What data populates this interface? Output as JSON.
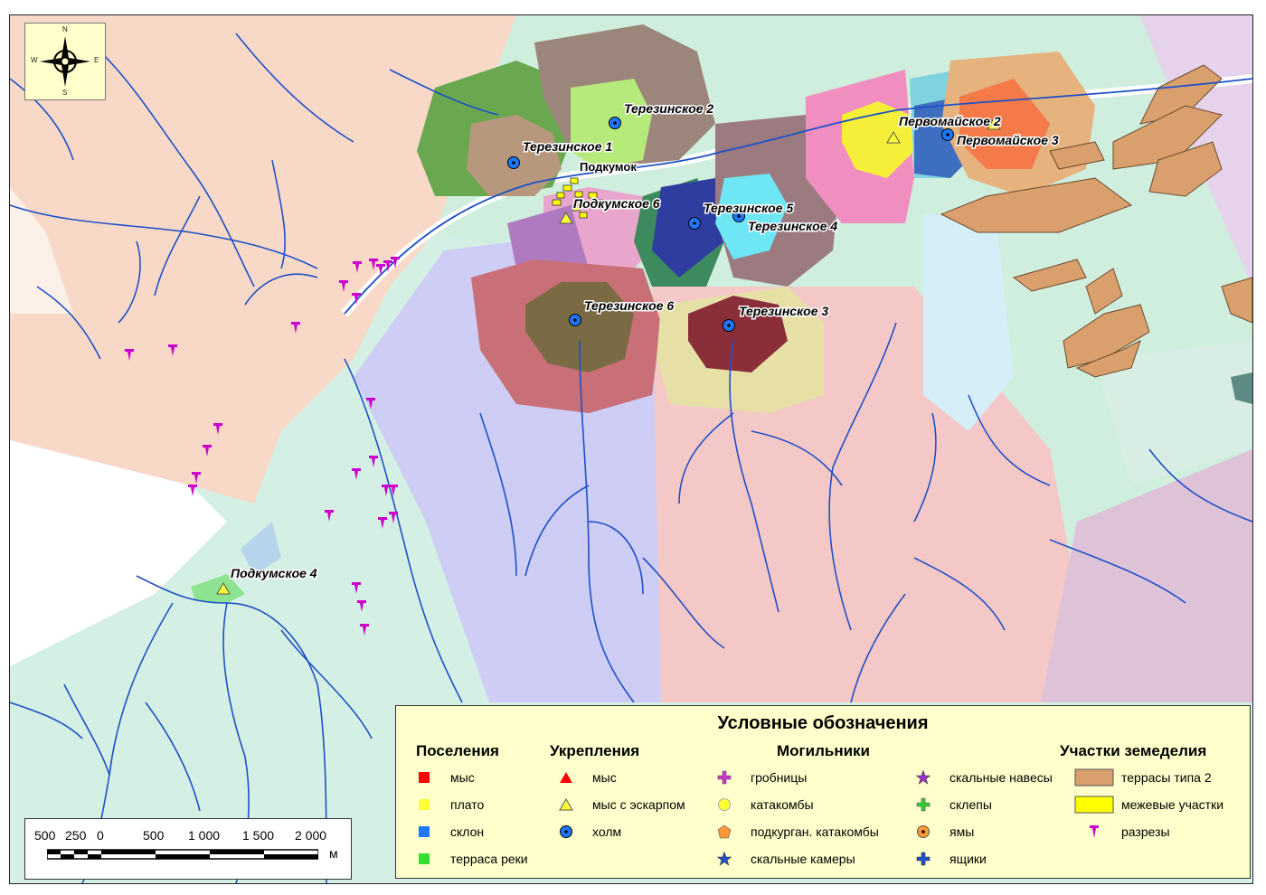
{
  "map": {
    "places": [
      {
        "name": "Терезинское 1",
        "kind": "hill"
      },
      {
        "name": "Терезинское 2",
        "kind": "hill"
      },
      {
        "name": "Терезинское 3",
        "kind": "hill"
      },
      {
        "name": "Терезинское 4",
        "kind": "hill"
      },
      {
        "name": "Терезинское 5",
        "kind": "hill"
      },
      {
        "name": "Терезинское 6",
        "kind": "hill"
      },
      {
        "name": "Подкумское 6",
        "kind": "cape-escarp"
      },
      {
        "name": "Подкумское 4",
        "kind": "cape-escarp"
      },
      {
        "name": "Первомайское 2",
        "kind": "cape-escarp"
      },
      {
        "name": "Первомайское 3",
        "kind": "hill"
      }
    ],
    "river_label": "Подкумок"
  },
  "compass": {
    "n": "N",
    "s": "S",
    "e": "E",
    "w": "W"
  },
  "scale": {
    "ticks": [
      "500",
      "250",
      "0",
      "500",
      "1 000",
      "1 500",
      "2 000"
    ],
    "unit": "м"
  },
  "legend": {
    "title": "Условные обозначения",
    "groups": [
      {
        "heading": "Поселения",
        "items": [
          {
            "label": "мыс",
            "symbol": "square",
            "color": "#ff0000"
          },
          {
            "label": "плато",
            "symbol": "square",
            "color": "#ffff33"
          },
          {
            "label": "склон",
            "symbol": "square",
            "color": "#1e78ff"
          },
          {
            "label": "терраса реки",
            "symbol": "square",
            "color": "#33dd33"
          }
        ]
      },
      {
        "heading": "Укрепления",
        "items": [
          {
            "label": "мыс",
            "symbol": "triangle",
            "color": "#ff0000"
          },
          {
            "label": "мыс с эскарпом",
            "symbol": "triangle",
            "color": "#ffff33"
          },
          {
            "label": "холм",
            "symbol": "dot-circle",
            "color": "#1e78ff"
          }
        ]
      },
      {
        "heading": "Могильники",
        "items": [
          {
            "label": "гробницы",
            "symbol": "cross",
            "color": "#cc33cc"
          },
          {
            "label": "катакомбы",
            "symbol": "circle",
            "color": "#ffff33"
          },
          {
            "label": "подкурган. катакомбы",
            "symbol": "pentagon",
            "color": "#ff9933"
          },
          {
            "label": "скальные камеры",
            "symbol": "star",
            "color": "#1e50c8"
          },
          {
            "label": "скальные навесы",
            "symbol": "star",
            "color": "#9933cc"
          },
          {
            "label": "склепы",
            "symbol": "cross",
            "color": "#33cc33"
          },
          {
            "label": "ямы",
            "symbol": "dot-circle",
            "color": "#ff9933"
          },
          {
            "label": "ящики",
            "symbol": "cross",
            "color": "#1e50c8"
          }
        ]
      },
      {
        "heading": "Участки земеделия",
        "items": [
          {
            "label": "террасы типа 2",
            "symbol": "swatch",
            "color": "#d9a06e"
          },
          {
            "label": "межевые участки",
            "symbol": "swatch",
            "color": "#ffff00"
          },
          {
            "label": "разрезы",
            "symbol": "pin",
            "color": "#cc00cc"
          }
        ]
      }
    ]
  }
}
